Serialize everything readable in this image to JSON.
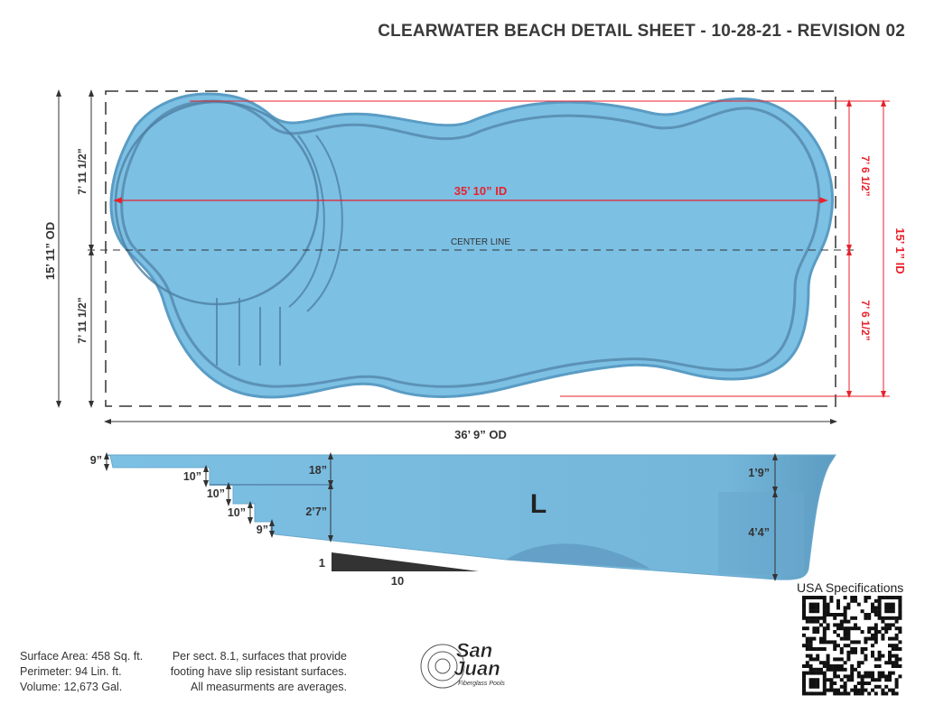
{
  "title": "CLEARWATER BEACH DETAIL SHEET - 10-28-21 - REVISION 02",
  "plan_view": {
    "overall_width": "36’ 9” OD",
    "overall_length": "15’ 11” OD",
    "half_length_top": "7’ 11 1/2”",
    "half_length_bottom": "7’ 11 1/2”",
    "inside_length": "35’ 10” ID",
    "inside_width": "15’ 1” ID",
    "inside_half_top": "7’ 6 1/2”",
    "inside_half_bottom": "7’ 6 1/2”",
    "center_line": "CENTER LINE"
  },
  "section_view": {
    "step_labels": [
      "9”",
      "10”",
      "10”",
      "10”",
      "9”"
    ],
    "shallow_depth_1": "18”",
    "shallow_depth_2": "2’7”",
    "deep_depth_1": "1’9”",
    "deep_depth_2": "4’4”",
    "profile_letter": "L",
    "slope_rise": "1",
    "slope_run": "10"
  },
  "stats": {
    "surface_area": "Surface Area:  458 Sq. ft.",
    "perimeter": "Perimeter:  94 Lin. ft.",
    "volume": "Volume:  12,673 Gal."
  },
  "note": [
    "Per sect. 8.1, surfaces that provide",
    "footing have slip resistant surfaces.",
    "All measurments are averages."
  ],
  "logo": {
    "name": "San Juan",
    "tagline": "Fiberglass Pools"
  },
  "qr_label": "USA Specifications",
  "colors": {
    "pool": "#7cc0e4",
    "pool_edge": "#5a9cc4",
    "dimension_red": "#e8212b",
    "text": "#333333"
  }
}
